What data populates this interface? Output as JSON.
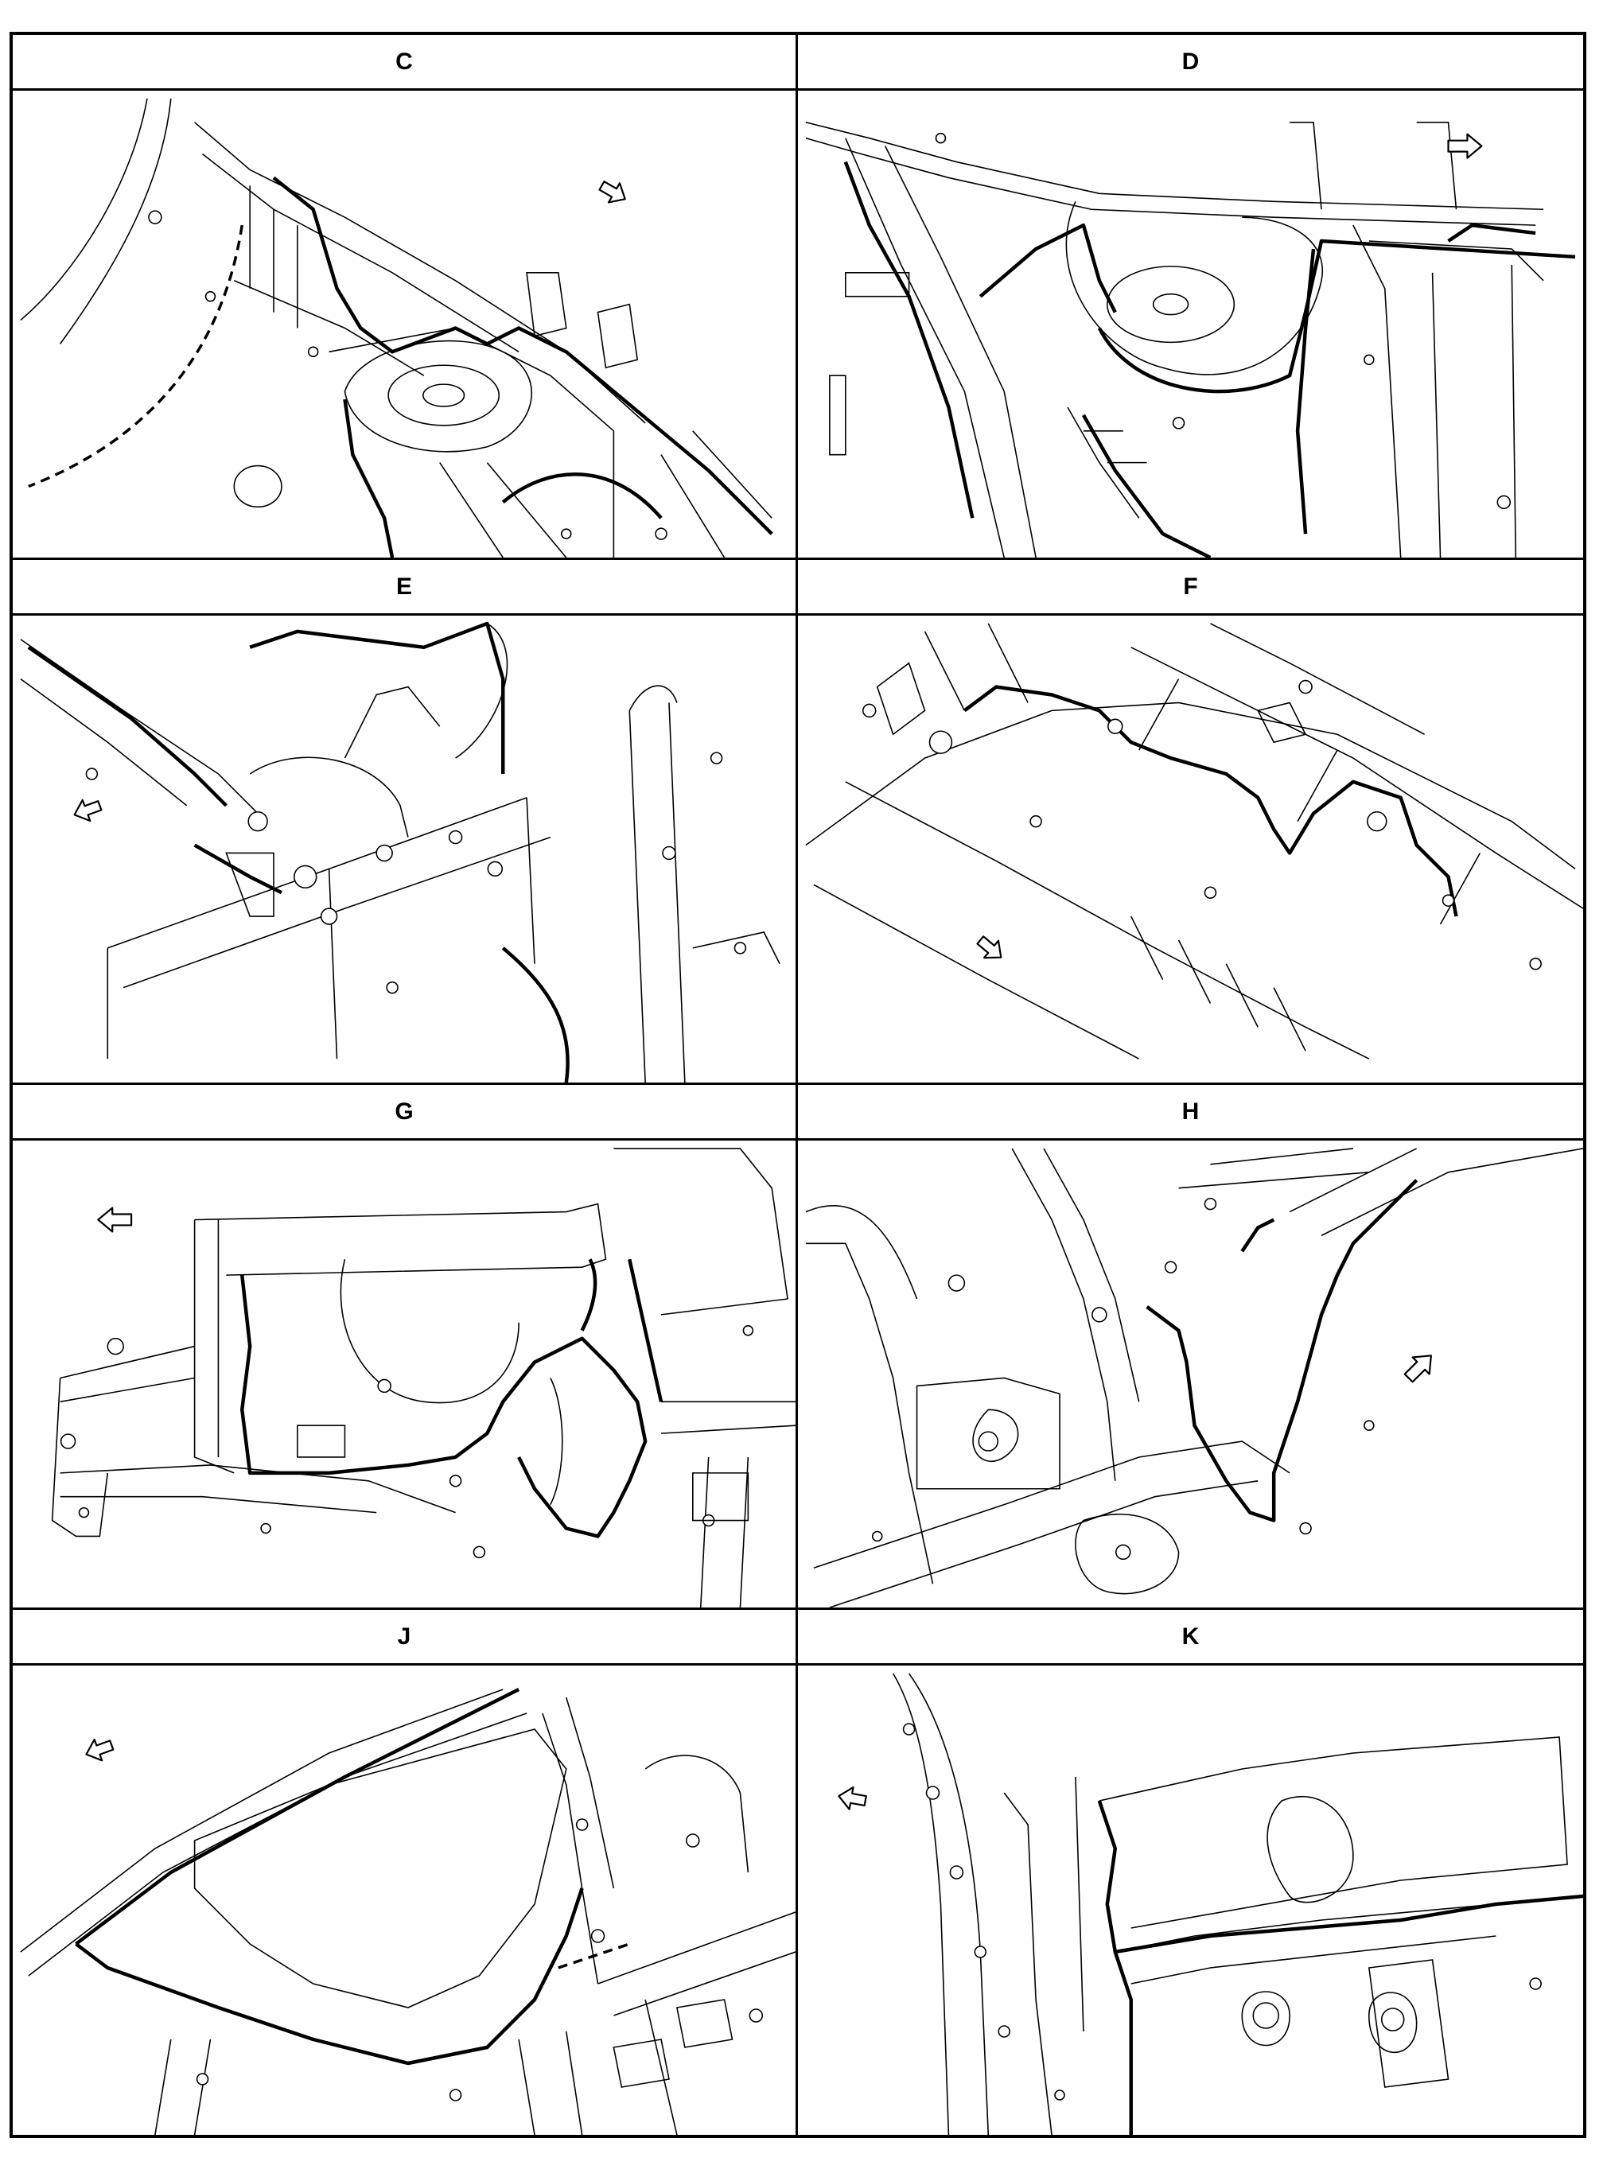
{
  "panels": [
    {
      "label": "C"
    },
    {
      "label": "D"
    },
    {
      "label": "E"
    },
    {
      "label": "F"
    },
    {
      "label": "G"
    },
    {
      "label": "H"
    },
    {
      "label": "J"
    },
    {
      "label": "K"
    }
  ],
  "icons": {
    "direction_arrow": "direction-arrow-icon"
  }
}
